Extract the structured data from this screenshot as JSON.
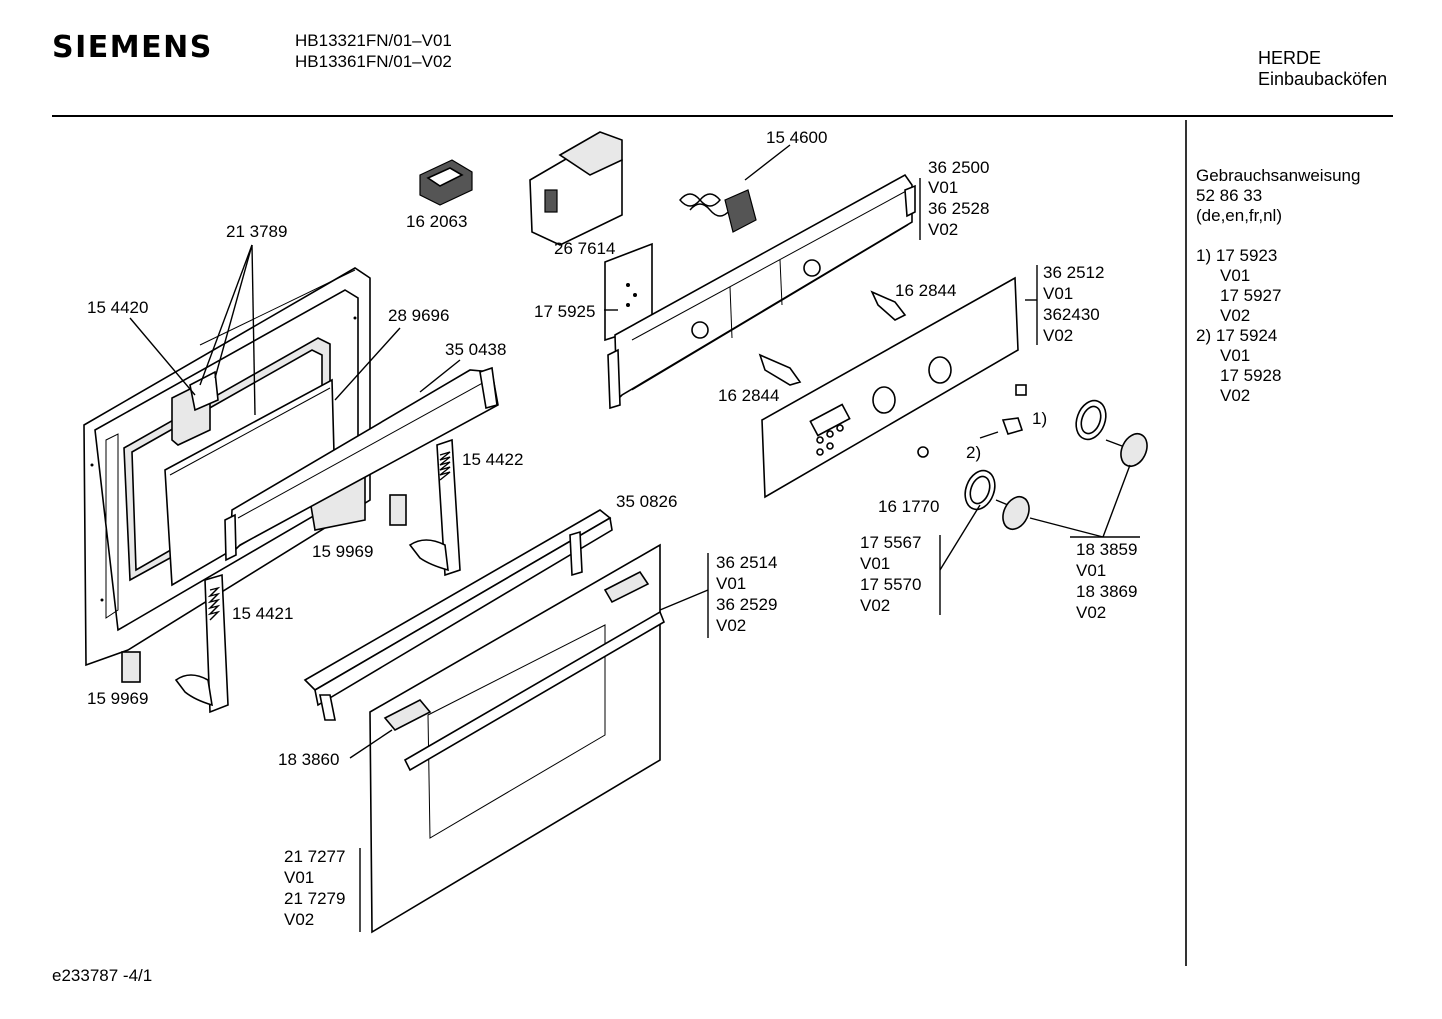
{
  "header": {
    "brand": "SIEMENS",
    "models": [
      "HB13321FN/01–V01",
      "HB13361FN/01–V02"
    ],
    "category": [
      "HERDE",
      "Einbaubacköfen"
    ]
  },
  "sidebar": {
    "manual_title": "Gebrauchsanweisung",
    "manual_number": "52 86 33",
    "manual_languages": "(de,en,fr,nl)",
    "entries": [
      {
        "key": "1)",
        "lines": [
          "17 5923",
          "V01",
          "17 5927",
          "V02"
        ]
      },
      {
        "key": "2)",
        "lines": [
          "17 5924",
          "V01",
          "17 5928",
          "V02"
        ]
      }
    ]
  },
  "footer": {
    "code": "e233787  -4/1"
  },
  "labels": {
    "p154600": "15 4600",
    "p162063": "16 2063",
    "p267614": "26 7614",
    "p213789": "21 3789",
    "p154420": "15 4420",
    "p289696": "28 9696",
    "p350438": "35 0438",
    "p175925": "17 5925",
    "p362500": [
      "36 2500",
      "V01",
      "36 2528",
      "V02"
    ],
    "p162844a": "16 2844",
    "p362512": [
      "36 2512",
      "V01",
      "362430",
      "V02"
    ],
    "p162844b": "16 2844",
    "p154422": "15 4422",
    "p159969a": "15 9969",
    "p350826": "35 0826",
    "p154421": "15 4421",
    "p159969b": "15 9969",
    "p362514": [
      "36 2514",
      "V01",
      "36 2529",
      "V02"
    ],
    "p183860": "18 3860",
    "p217277": [
      "21 7277",
      "V01",
      "21 7279",
      "V02"
    ],
    "p161770": "16 1770",
    "p175567": [
      "17 5567",
      "V01",
      "17 5570",
      "V02"
    ],
    "p183859": [
      "18 3859",
      "V01",
      "18 3869",
      "V02"
    ],
    "m1": "1)",
    "m2": "2)"
  }
}
